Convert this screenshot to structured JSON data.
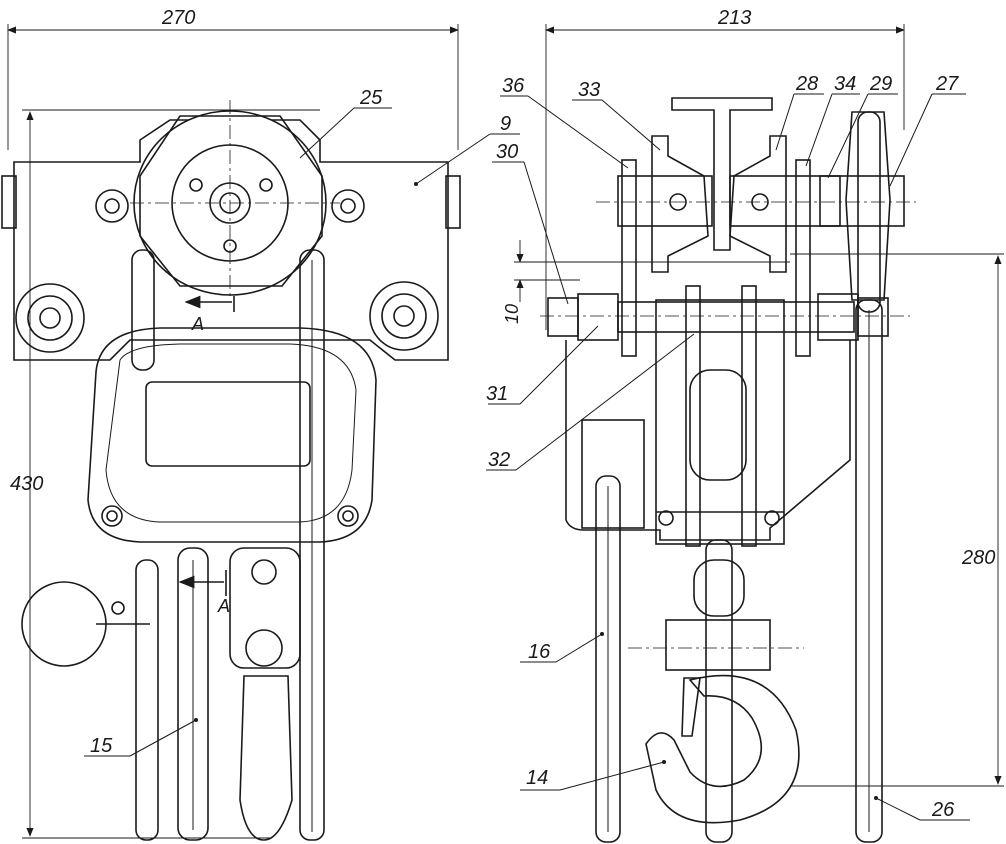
{
  "dimensions": {
    "front_width": "270",
    "front_height": "430",
    "side_width": "213",
    "side_gap": "10",
    "side_height": "280"
  },
  "section_marks": {
    "upper": "A",
    "lower": "A"
  },
  "callouts": {
    "p9": "9",
    "p14": "14",
    "p15": "15",
    "p16": "16",
    "p25": "25",
    "p26": "26",
    "p27": "27",
    "p28": "28",
    "p29": "29",
    "p30": "30",
    "p31": "31",
    "p32": "32",
    "p33": "33",
    "p34": "34",
    "p36": "36"
  }
}
